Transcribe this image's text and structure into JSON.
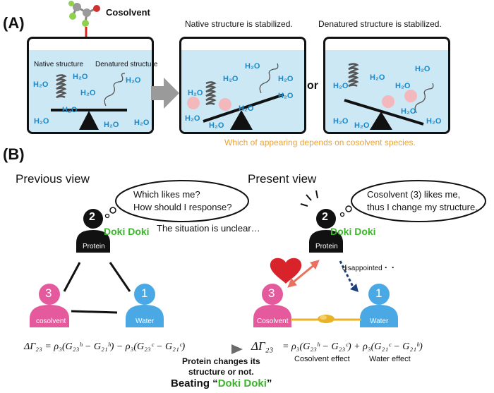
{
  "panel_a": {
    "label": "(A)",
    "cosolvent_label": "Cosolvent",
    "box1": {
      "native_label": "Native structure",
      "denatured_label": "Denatured structure"
    },
    "box2_title": "Native structure is stabilized.",
    "box3_title": "Denatured structure is stabilized.",
    "or_text": "or",
    "water_label": "H₂O",
    "caption": "Which of appearing depends on cosolvent species.",
    "colors": {
      "water": "#cde8f5",
      "caption": "#e8a33a",
      "water_text": "#1a88c9",
      "arrow": "#d9261c",
      "particle": "#f2b8bc"
    }
  },
  "panel_b": {
    "label": "(B)",
    "previous_title": "Previous view",
    "present_title": "Present view",
    "bubble_left_line1": "Which likes me?",
    "bubble_left_line2": "How should I response?",
    "bubble_right_line1": "Cosolvent (3) likes me,",
    "bubble_right_line2": "thus I change my structure.",
    "unclear_text": "The situation is unclear…",
    "doki": "Doki Doki",
    "disappointed": "disappointed・・",
    "protein": {
      "num": "2",
      "label": "Protein"
    },
    "cosolvent_left": {
      "num": "3",
      "label": "cosolvent"
    },
    "cosolvent_right": {
      "num": "3",
      "label": "Cosolvent"
    },
    "water": {
      "num": "1",
      "label": "Water"
    },
    "eq_left": "ΔΓ₂₃ = ρ₃(G₂₃ʰ − G₂₁ʰ) − ρ₃(G₂₃ᶜ − G₂₁ᶜ)",
    "eq_right_lhs": "ΔΓ₂₃",
    "eq_right_rhs": "= ρ₃(G₂₃ʰ − G₂₃ᶜ) + ρ₃(G₂₁ᶜ − G₂₁ʰ)",
    "cosolvent_effect": "Cosolvent effect",
    "water_effect": "Water effect",
    "change_line1": "Protein changes its",
    "change_line2": "structure or not.",
    "beating_prefix": "Beating “",
    "beating_doki": "Doki Doki",
    "beating_suffix": "”",
    "colors": {
      "doki": "#3cb52b",
      "cosolvent": "#e45a9c",
      "water": "#4aa8e4",
      "protein": "#111111",
      "heart": "#d8232a"
    }
  }
}
